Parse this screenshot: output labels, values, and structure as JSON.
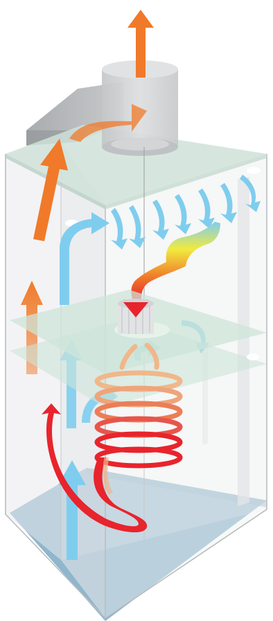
{
  "diagram": {
    "components": [
      {
        "key": "flue-collar",
        "icon": "cylinder-icon"
      },
      {
        "key": "flue-duct",
        "icon": "duct-icon"
      },
      {
        "key": "casing",
        "icon": "box-icon"
      },
      {
        "key": "top-panel",
        "icon": "panel-icon"
      },
      {
        "key": "combustion-chamber-plates",
        "icon": "plate-icon"
      },
      {
        "key": "burner",
        "icon": "burner-icon"
      },
      {
        "key": "heat-exchanger-coil",
        "icon": "coil-icon"
      },
      {
        "key": "base",
        "icon": "base-icon"
      }
    ],
    "flows": [
      {
        "key": "exhaust-out",
        "color": "#f07a2a"
      },
      {
        "key": "fresh-air-in",
        "color": "#7fcdee"
      },
      {
        "key": "gas-flame",
        "colors": [
          "#f1ea3f",
          "#f07a2a",
          "#e8242c"
        ]
      },
      {
        "key": "hot-water",
        "colors": [
          "#e8242c",
          "#f0b78a"
        ]
      }
    ]
  }
}
